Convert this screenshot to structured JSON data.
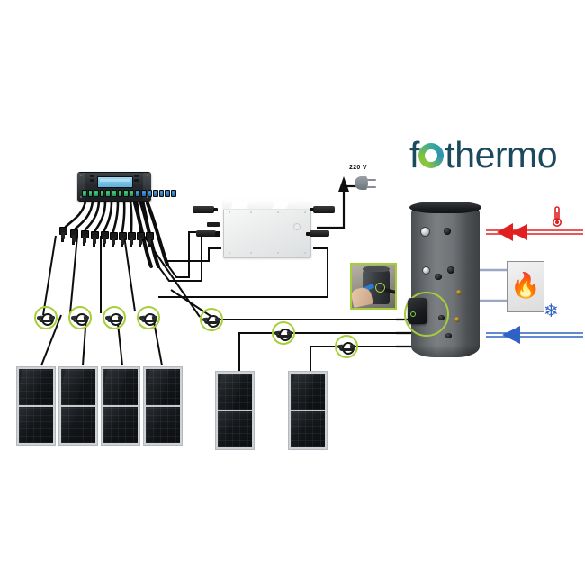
{
  "diagram": {
    "title": "fothermo photovoltaic water heating system schematic",
    "brand": {
      "name_prefix": "f",
      "name_suffix": "thermo",
      "logo_icon": "fothermo-ring-logo",
      "text_color": "#1b4a5e",
      "ring_green": "#8cc63f",
      "ring_blue": "#2a93b5"
    },
    "accent_colors": {
      "highlight_ring": "#a6ce39",
      "hot_flow": "#e02020",
      "cold_flow": "#2f62c4",
      "panel_frame": "#cfd2d5"
    },
    "components": {
      "controller": {
        "label": "pv-charge-controller",
        "lcd_color": "#7cc4e8",
        "green_terminals": 9,
        "blue_terminals": 7,
        "harness_cables": 10
      },
      "inverter": {
        "label": "grid-tie-microinverter",
        "body_color": "#eceded",
        "connector_count": 4
      },
      "power": {
        "voltage_label": "220 V",
        "plug_icon": "power-plug-icon"
      },
      "tank": {
        "label": "hot-water-storage-tank",
        "body_color": "#6a6e71",
        "cap_color": "#1c1e20",
        "heating_element_box": "pv-heating-element",
        "port_count": 9
      },
      "boiler": {
        "label": "auxiliary-boiler",
        "icon": "flame-icon",
        "icon_glyph": "🔥"
      },
      "hot_outlet": {
        "label": "hot-water-outlet",
        "icon": "thermometer-icon",
        "arrow_direction": "left",
        "color": "#e02020"
      },
      "cold_inlet": {
        "label": "cold-water-inlet",
        "icon": "snowflake-icon",
        "icon_glyph": "❄",
        "arrow_direction": "left",
        "color": "#2f62c4"
      },
      "photo_inset": {
        "label": "heating-element-installation-photo",
        "border_color": "#a6ce39"
      }
    },
    "connector_markers": [
      {
        "id": "mc4-panel-1",
        "icon": "mc4-connector-icon"
      },
      {
        "id": "mc4-panel-2",
        "icon": "mc4-connector-icon"
      },
      {
        "id": "mc4-panel-3",
        "icon": "mc4-connector-icon"
      },
      {
        "id": "mc4-panel-4",
        "icon": "mc4-connector-icon"
      },
      {
        "id": "mc4-panel-5",
        "icon": "mc4-connector-icon"
      },
      {
        "id": "mc4-panel-6",
        "icon": "mc4-connector-icon"
      },
      {
        "id": "mc4-heater-link",
        "icon": "mc4-connector-icon"
      }
    ],
    "solar_panels": {
      "group_left_count": 4,
      "group_right_count": 2,
      "total": 6,
      "cell_layout": "half-cut"
    }
  }
}
